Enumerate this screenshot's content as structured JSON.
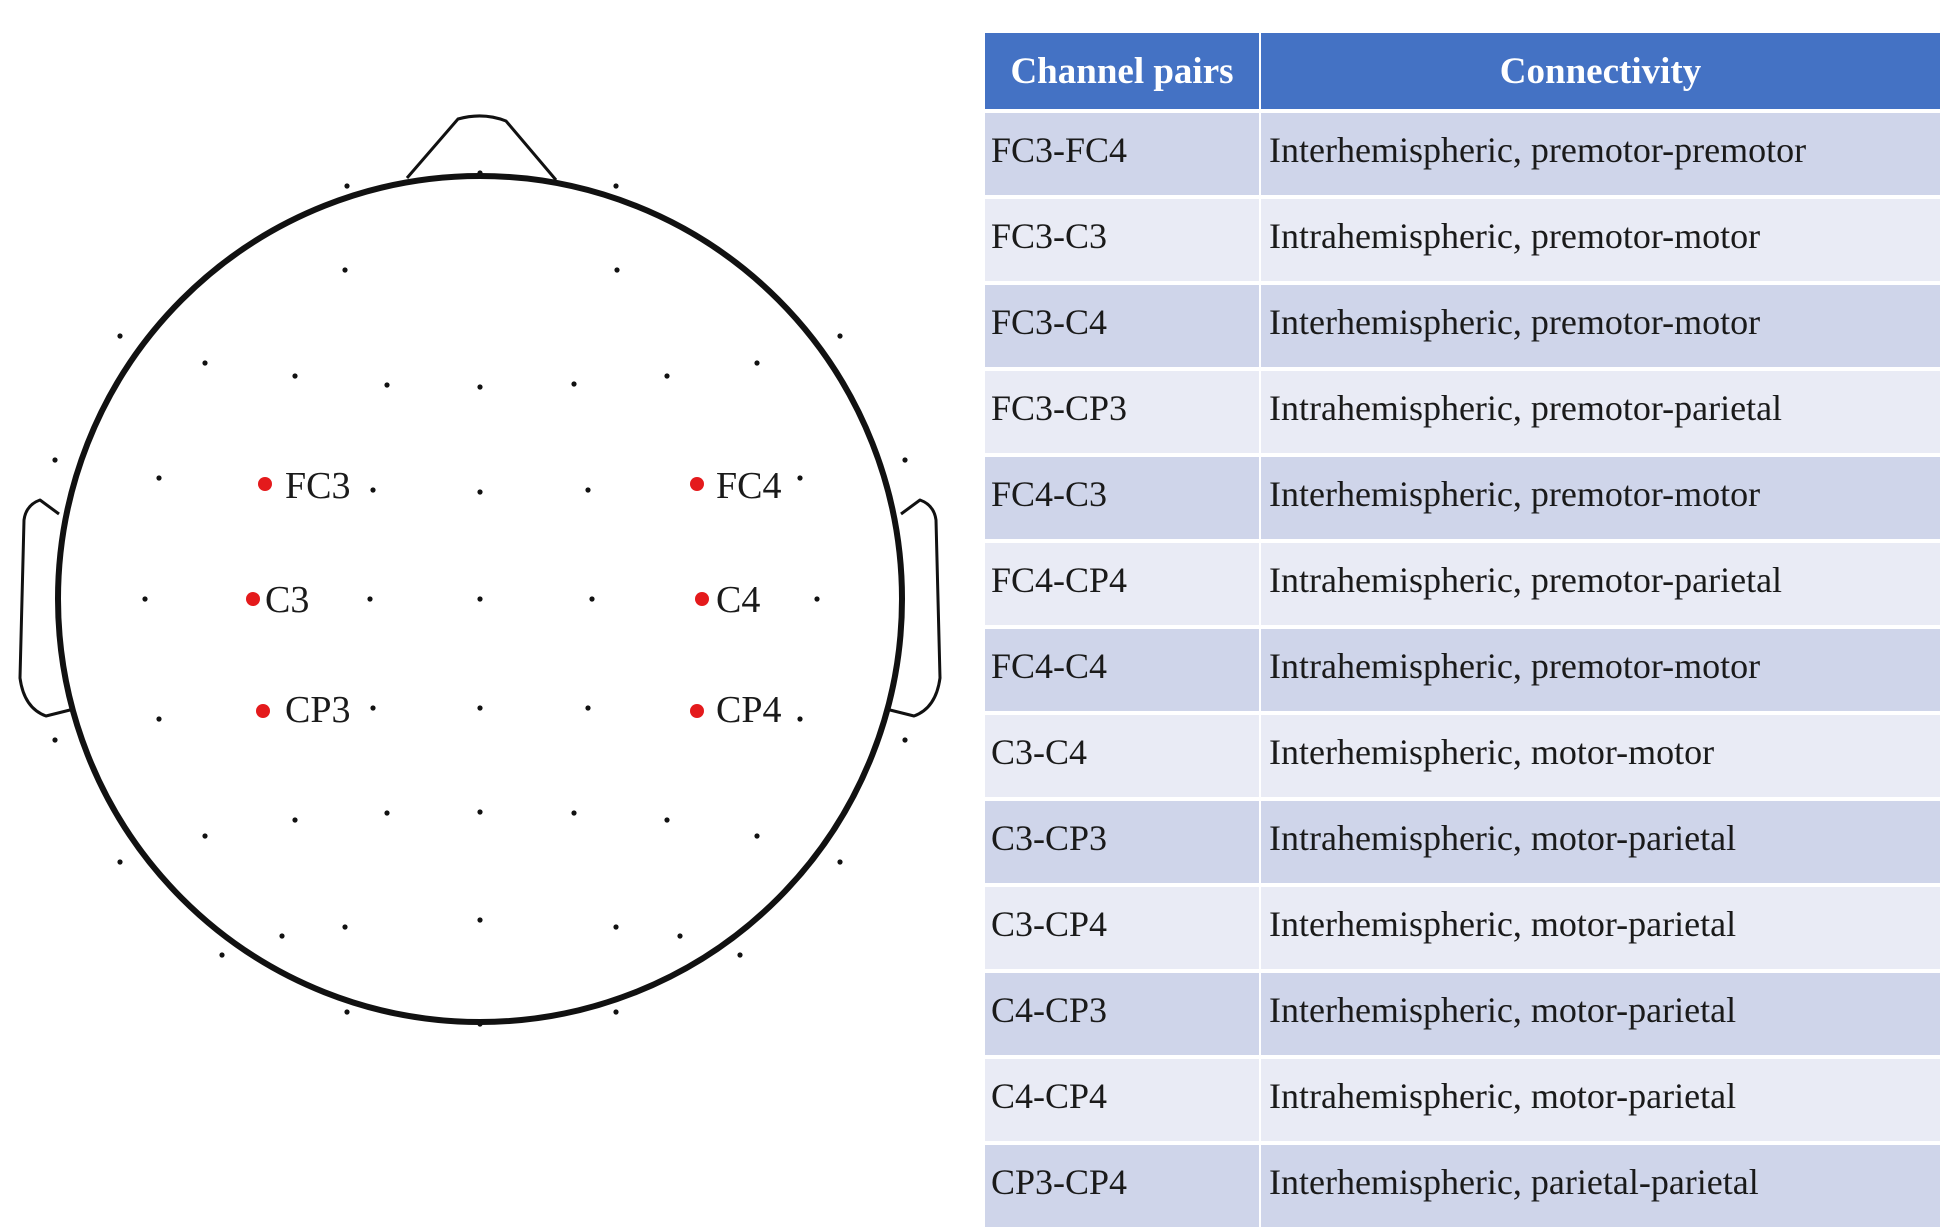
{
  "diagram": {
    "highlight_color": "#e41a1c",
    "electrodes": [
      {
        "label": "FC3"
      },
      {
        "label": "FC4"
      },
      {
        "label": "C3"
      },
      {
        "label": "C4"
      },
      {
        "label": "CP3"
      },
      {
        "label": "CP4"
      }
    ]
  },
  "table": {
    "header_color": "#4472c4",
    "row_color_odd": "#cfd5ea",
    "row_color_even": "#e9ebf5",
    "headers": [
      "Channel pairs",
      "Connectivity"
    ],
    "rows": [
      {
        "pair": "FC3-FC4",
        "connectivity": "Interhemispheric, premotor-premotor"
      },
      {
        "pair": "FC3-C3",
        "connectivity": "Intrahemispheric, premotor-motor"
      },
      {
        "pair": "FC3-C4",
        "connectivity": "Interhemispheric, premotor-motor"
      },
      {
        "pair": "FC3-CP3",
        "connectivity": "Intrahemispheric, premotor-parietal"
      },
      {
        "pair": "FC4-C3",
        "connectivity": "Interhemispheric, premotor-motor"
      },
      {
        "pair": "FC4-CP4",
        "connectivity": "Intrahemispheric, premotor-parietal"
      },
      {
        "pair": "FC4-C4",
        "connectivity": "Intrahemispheric, premotor-motor"
      },
      {
        "pair": "C3-C4",
        "connectivity": "Interhemispheric, motor-motor"
      },
      {
        "pair": "C3-CP3",
        "connectivity": "Intrahemispheric, motor-parietal"
      },
      {
        "pair": "C3-CP4",
        "connectivity": "Interhemispheric, motor-parietal"
      },
      {
        "pair": "C4-CP3",
        "connectivity": "Interhemispheric, motor-parietal"
      },
      {
        "pair": "C4-CP4",
        "connectivity": "Intrahemispheric, motor-parietal"
      },
      {
        "pair": "CP3-CP4",
        "connectivity": "Interhemispheric, parietal-parietal"
      }
    ]
  }
}
